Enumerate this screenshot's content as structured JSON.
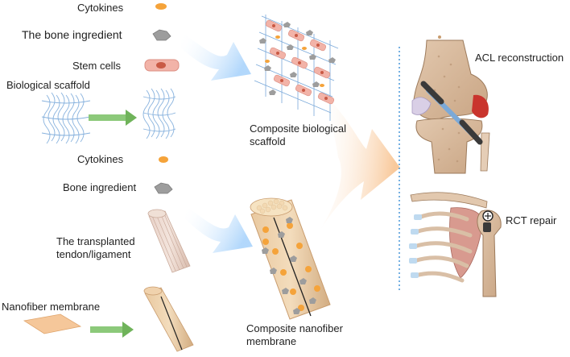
{
  "labels": {
    "cytokines_top": "Cytokines",
    "bone_ingredient_top": "The bone ingredient",
    "stem_cells": "Stem cells",
    "biological_scaffold": "Biological scaffold",
    "composite_biological_scaffold_line1": "Composite biological",
    "composite_biological_scaffold_line2": "scaffold",
    "cytokines_bottom": "Cytokines",
    "bone_ingredient_bottom": "Bone ingredient",
    "transplanted_line1": "The transplanted",
    "transplanted_line2": "tendon/ligament",
    "nanofiber_membrane": "Nanofiber membrane",
    "composite_nanofiber_line1": "Composite nanofiber",
    "composite_nanofiber_line2": "membrane",
    "acl_reconstruction": "ACL reconstruction",
    "rct_repair": "RCT repair"
  },
  "colors": {
    "cytokine": "#f5a33a",
    "bone": "#9a9a9a",
    "stem_cell": "#f2b3a8",
    "stem_nucleus": "#c95a45",
    "fiber": "#6f9ccf",
    "green_arrow": "#7fbf6a",
    "blue_arrow": "#cfe4fb",
    "orange_arrow": "#fbd5ae",
    "bone_tan": "#d9bfa6",
    "muscle_red": "#c9342d",
    "divider": "#3a8fd6"
  },
  "icons": [
    "cytokine-icon",
    "bone-ingredient-icon",
    "stem-cell-icon",
    "fiber-scaffold-icon",
    "tendon-bundle-icon",
    "nanofiber-sheet-icon",
    "rolled-membrane-icon",
    "knee-joint-icon",
    "shoulder-joint-icon"
  ]
}
